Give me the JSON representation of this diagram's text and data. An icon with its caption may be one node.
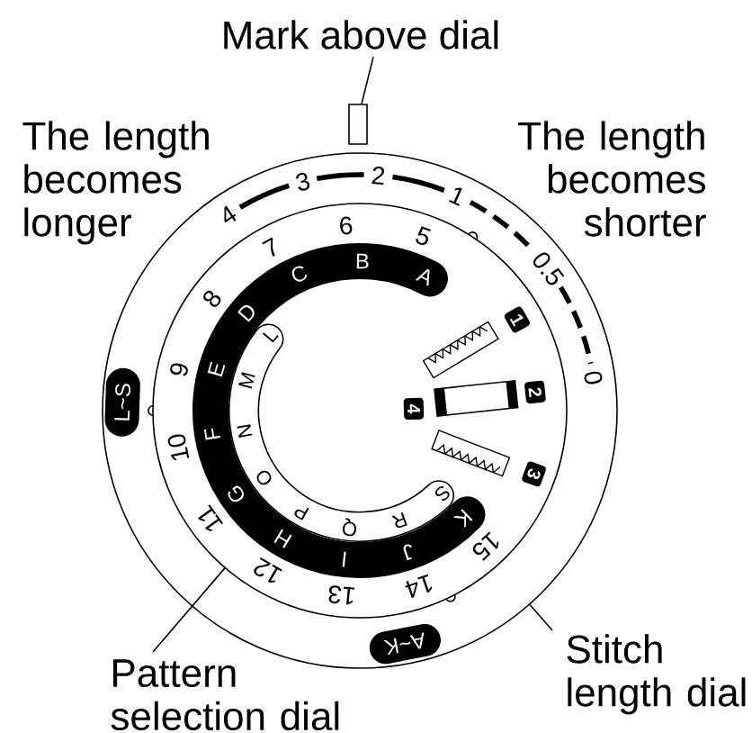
{
  "diagram": {
    "nodes": [
      {
        "text": [
          "Mark above dial"
        ]
      },
      {
        "text": [],
        "shape": "box"
      },
      {
        "text": [
          "4",
          "3",
          "2",
          "1",
          "0.5",
          "0"
        ]
      },
      {
        "text": [
          "L~S"
        ],
        "in": 2
      },
      {
        "text": [
          "5",
          "6",
          "7",
          "8",
          "9",
          "10",
          "11",
          "12",
          "13",
          "14",
          "15",
          "A",
          "B",
          "C",
          "D",
          "E",
          "F",
          "G",
          "H",
          "I",
          "J",
          "K",
          "L",
          "M",
          "N",
          "O",
          "P",
          "Q",
          "R",
          "S"
        ],
        "in": 2
      },
      {
        "text": [
          "1"
        ],
        "in": 4
      },
      {
        "text": [
          "4"
        ],
        "in": 4
      },
      {
        "text": [
          "2"
        ],
        "in": 4
      },
      {
        "text": [
          "3"
        ],
        "in": 4
      },
      {
        "text": [
          "A~K"
        ],
        "in": 2
      },
      {
        "text": [
          "Pattern selection dial"
        ]
      },
      {
        "text": [
          "Stitch length dial"
        ]
      }
    ],
    "edges": [
      {
        "from": 0,
        "to": 1,
        "arrow": "none"
      },
      {
        "from": 10,
        "to": 4,
        "arrow": "none"
      },
      {
        "from": 11,
        "to": 2,
        "arrow": "none"
      }
    ],
    "labels": [
      "The length becomes longer",
      "The length becomes shorter"
    ]
  }
}
